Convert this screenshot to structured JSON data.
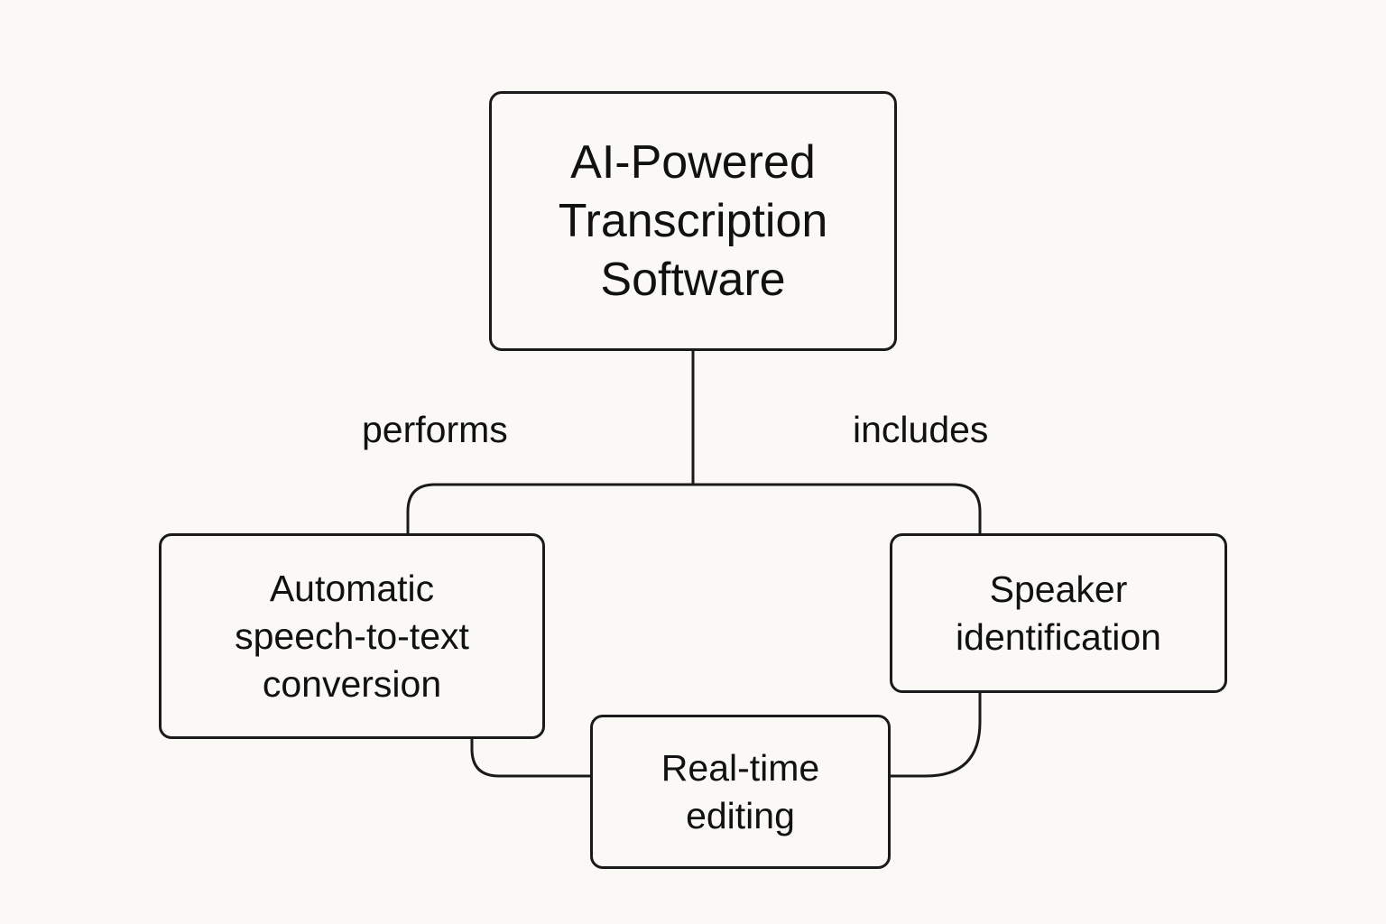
{
  "diagram": {
    "root": {
      "label": "AI-Powered\nTranscription\nSoftware"
    },
    "edge_labels": {
      "performs": "performs",
      "includes": "includes"
    },
    "children": [
      {
        "label": "Automatic\nspeech-to-text\nconversion"
      },
      {
        "label": "Speaker\nidentification"
      },
      {
        "label": "Real-time\nediting"
      }
    ],
    "colors": {
      "background": "#faf9f5",
      "stroke": "#1a1a1a",
      "text": "#111111"
    }
  }
}
